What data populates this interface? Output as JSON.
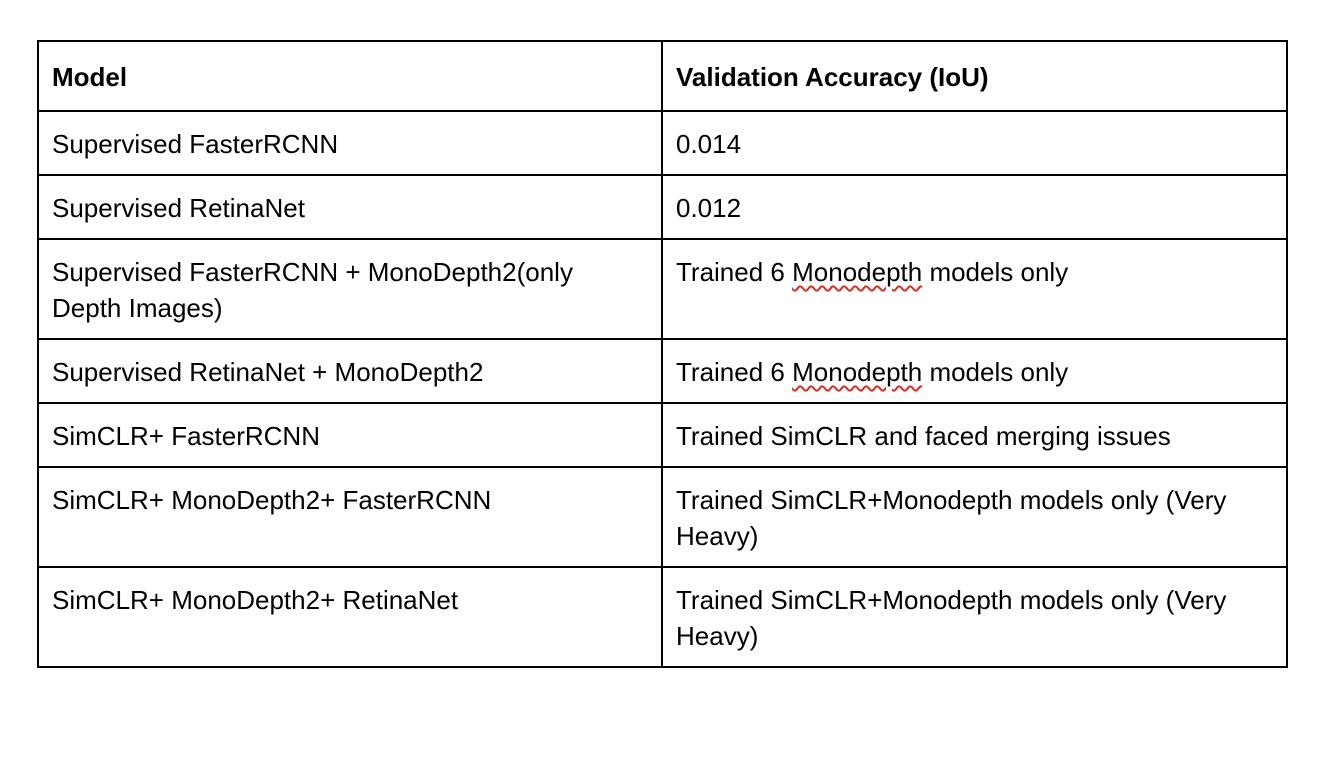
{
  "table": {
    "headers": [
      "Model",
      "Validation Accuracy (IoU)"
    ],
    "rows": [
      {
        "model": "Supervised FasterRCNN",
        "result": [
          "0.014",
          "",
          ""
        ]
      },
      {
        "model": "Supervised RetinaNet",
        "result": [
          "0.012",
          "",
          ""
        ]
      },
      {
        "model": "Supervised FasterRCNN + MonoDepth2(only Depth Images)",
        "result": [
          "Trained 6 ",
          "Monodepth",
          " models only"
        ]
      },
      {
        "model": "Supervised RetinaNet + MonoDepth2",
        "result": [
          "Trained 6 ",
          "Monodepth",
          " models only"
        ]
      },
      {
        "model": "SimCLR+ FasterRCNN",
        "result": [
          "Trained SimCLR and faced merging issues",
          "",
          ""
        ]
      },
      {
        "model": "SimCLR+ MonoDepth2+ FasterRCNN",
        "result": [
          "Trained SimCLR+Monodepth models only (Very Heavy)",
          "",
          ""
        ]
      },
      {
        "model": "SimCLR+ MonoDepth2+ RetinaNet",
        "result": [
          "Trained SimCLR+Monodepth models only (Very Heavy)",
          "",
          ""
        ]
      }
    ]
  },
  "colors": {
    "border": "#000000",
    "spellcheck_underline": "#d93025"
  }
}
